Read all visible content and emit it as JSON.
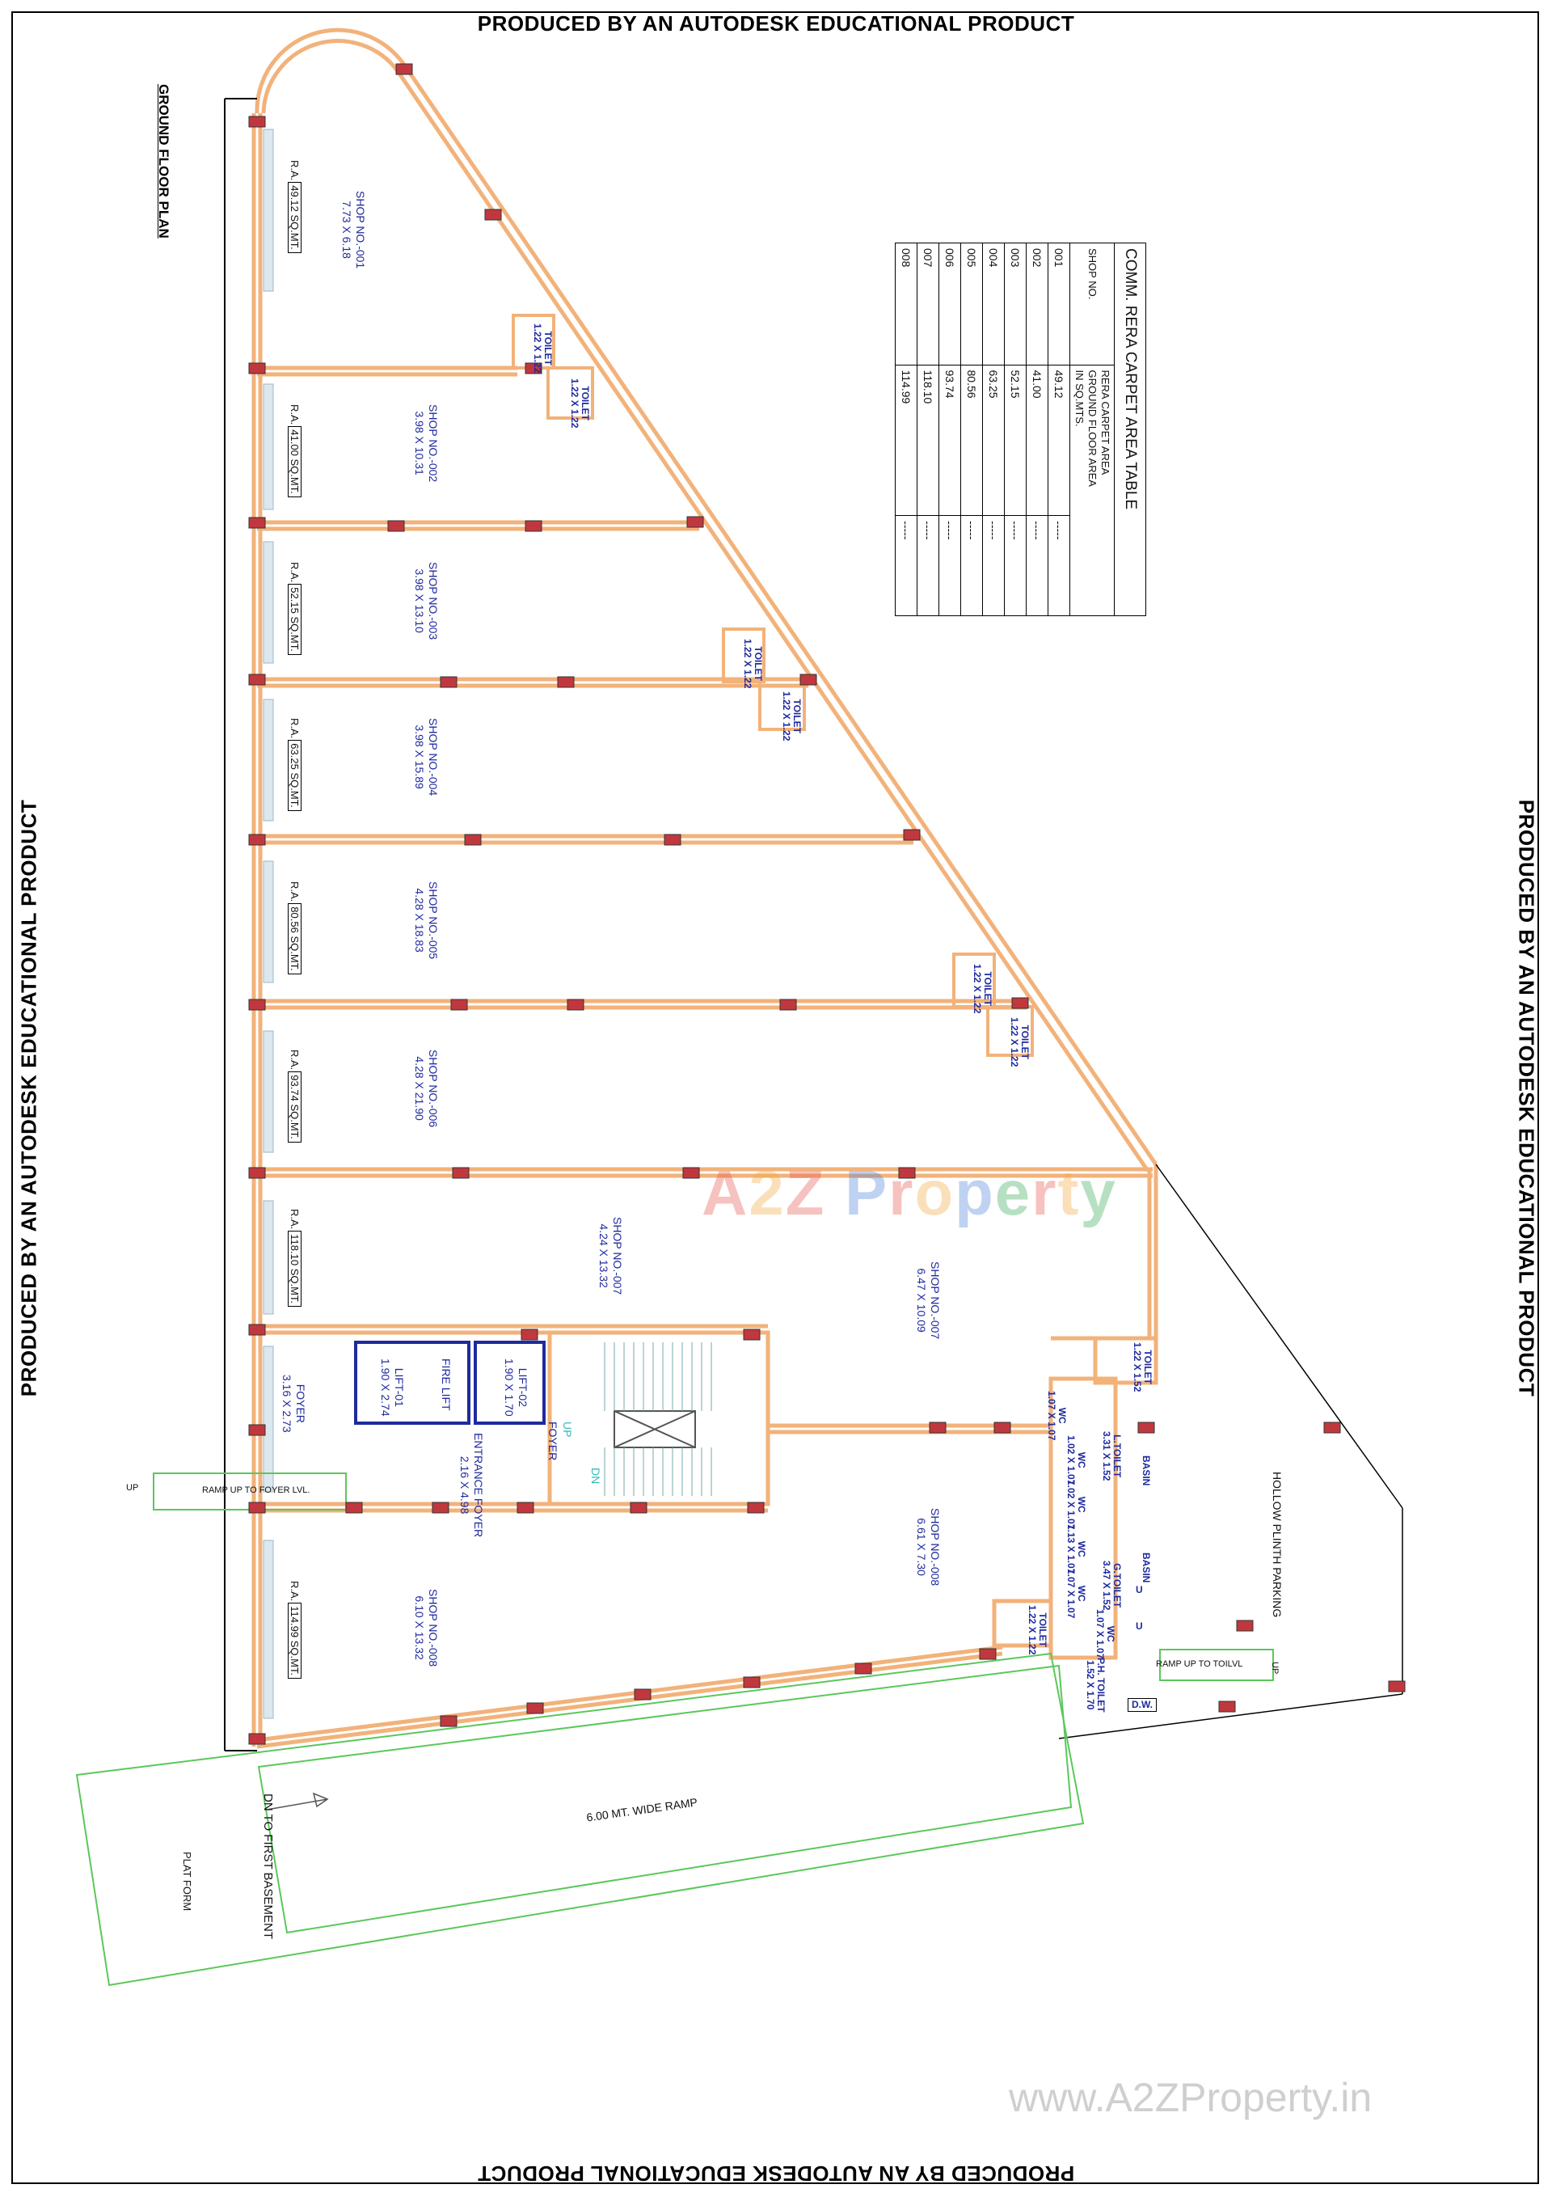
{
  "banners": {
    "top": "PRODUCED BY AN AUTODESK EDUCATIONAL PRODUCT",
    "bottom": "PRODUCED BY AN AUTODESK EDUCATIONAL PRODUCT",
    "left": "PRODUCED BY AN AUTODESK EDUCATIONAL PRODUCT",
    "right": "PRODUCED BY AN AUTODESK EDUCATIONAL PRODUCT"
  },
  "plan_title": "GROUND FLOOR PLAN",
  "shops": [
    {
      "name": "SHOP NO.-001",
      "dims": "7.73 X 6.18",
      "ra": "49.12 SQ.MT."
    },
    {
      "name": "SHOP NO.-002",
      "dims": "3.98 X 10.31",
      "ra": "41.00 SQ.MT."
    },
    {
      "name": "SHOP NO.-003",
      "dims": "3.98 X 13.10",
      "ra": "52.15 SQ.MT."
    },
    {
      "name": "SHOP NO.-004",
      "dims": "3.98 X 15.89",
      "ra": "63.25 SQ.MT."
    },
    {
      "name": "SHOP NO.-005",
      "dims": "4.28 X 18.83",
      "ra": "80.56 SQ.MT."
    },
    {
      "name": "SHOP NO.-006",
      "dims": "4.28 X 21.90",
      "ra": "93.74 SQ.MT."
    },
    {
      "name": "SHOP NO.-007",
      "dims": "4.24 X 13.32",
      "ra": "118.10 SQ.MT."
    },
    {
      "name": "SHOP NO.-007",
      "dims": "6.47 X 10.09"
    },
    {
      "name": "SHOP NO.-008",
      "dims": "6.61 X 7.30"
    },
    {
      "name": "SHOP NO.-008",
      "dims": "6.10 X 13.32",
      "ra": "114.99 SQ.MT."
    }
  ],
  "ra_prefix": "R.A.",
  "toilets": {
    "label": "TOILET",
    "size": "1.22 X 1.22",
    "size_large": "1.22 X 1.52"
  },
  "rooms": {
    "foyer": {
      "name": "FOYER",
      "dims": "3.16 X 2.73"
    },
    "lift1": {
      "name": "LIFT-01",
      "dims": "1.90 X 2.74"
    },
    "fire_lift": "FIRE LIFT",
    "lift2": {
      "name": "LIFT-02",
      "dims": "1.90 X 1.70"
    },
    "entrance": {
      "name": "ENTRANCE FOYER",
      "dims": "2.16 X 4.98"
    },
    "up": "UP",
    "foyer2": "FOYER",
    "dn": "DN",
    "l_toilet": {
      "name": "L.TOILET",
      "dims": "3.31 X 1.52"
    },
    "g_toilet": {
      "name": "G.TOILET",
      "dims": "3.47 X 1.52"
    },
    "ph_toilet": {
      "name": "P.H. TOILET",
      "dims": "1.52 X 1.70"
    },
    "wc": {
      "name": "WC",
      "dims_a": "1.07 X 1.07",
      "dims_b": "1.02 X 1.07",
      "dims_c": "1.13 X 1.07"
    },
    "basin": "BASIN",
    "u": "U",
    "dw": "D.W."
  },
  "annotations": {
    "ramp_foyer": "RAMP UP TO FOYER LVL.",
    "ramp_toilet": "RAMP UP   TO TOILVL",
    "up_small": "UP",
    "hollow": "HOLLOW PLINTH PARKING",
    "wide_ramp": "6.00 MT. WIDE RAMP",
    "dn_basement": "DN TO FIRST BASEMENT",
    "plat_form": "PLAT FORM"
  },
  "rera_table": {
    "title": "COMM. RERA CARPET AREA TABLE",
    "col_shop": "SHOP NO.",
    "col_area_1": "RERA CARPET AREA",
    "col_area_2": "GROUND FLOOR AREA",
    "col_area_3": "IN SQ.MTS.",
    "rows": [
      {
        "shop": "001",
        "area": "49.12",
        "extra": "-----"
      },
      {
        "shop": "002",
        "area": "41.00",
        "extra": "-----"
      },
      {
        "shop": "003",
        "area": "52.15",
        "extra": "-----"
      },
      {
        "shop": "004",
        "area": "63.25",
        "extra": "-----"
      },
      {
        "shop": "005",
        "area": "80.56",
        "extra": "-----"
      },
      {
        "shop": "006",
        "area": "93.74",
        "extra": "-----"
      },
      {
        "shop": "007",
        "area": "118.10",
        "extra": "-----"
      },
      {
        "shop": "008",
        "area": "114.99",
        "extra": "-----"
      }
    ]
  },
  "watermark": {
    "letters": [
      "A",
      "2",
      "Z",
      " ",
      "P",
      "r",
      "o",
      "p",
      "e",
      "r",
      "t",
      "y"
    ],
    "colors": [
      "#e8524a",
      "#f2a93b",
      "#e8524a",
      "#ffffff",
      "#4a7fd8",
      "#e8524a",
      "#f2a93b",
      "#4a7fd8",
      "#34a853",
      "#e8524a",
      "#f2a93b",
      "#34a853"
    ],
    "url": "www.A2ZProperty.in"
  },
  "colors": {
    "wall": "#f2b27a",
    "column": "#c0383e",
    "label": "#1f2a9e",
    "ramp": "#5bc75b",
    "frame": "#000000"
  }
}
